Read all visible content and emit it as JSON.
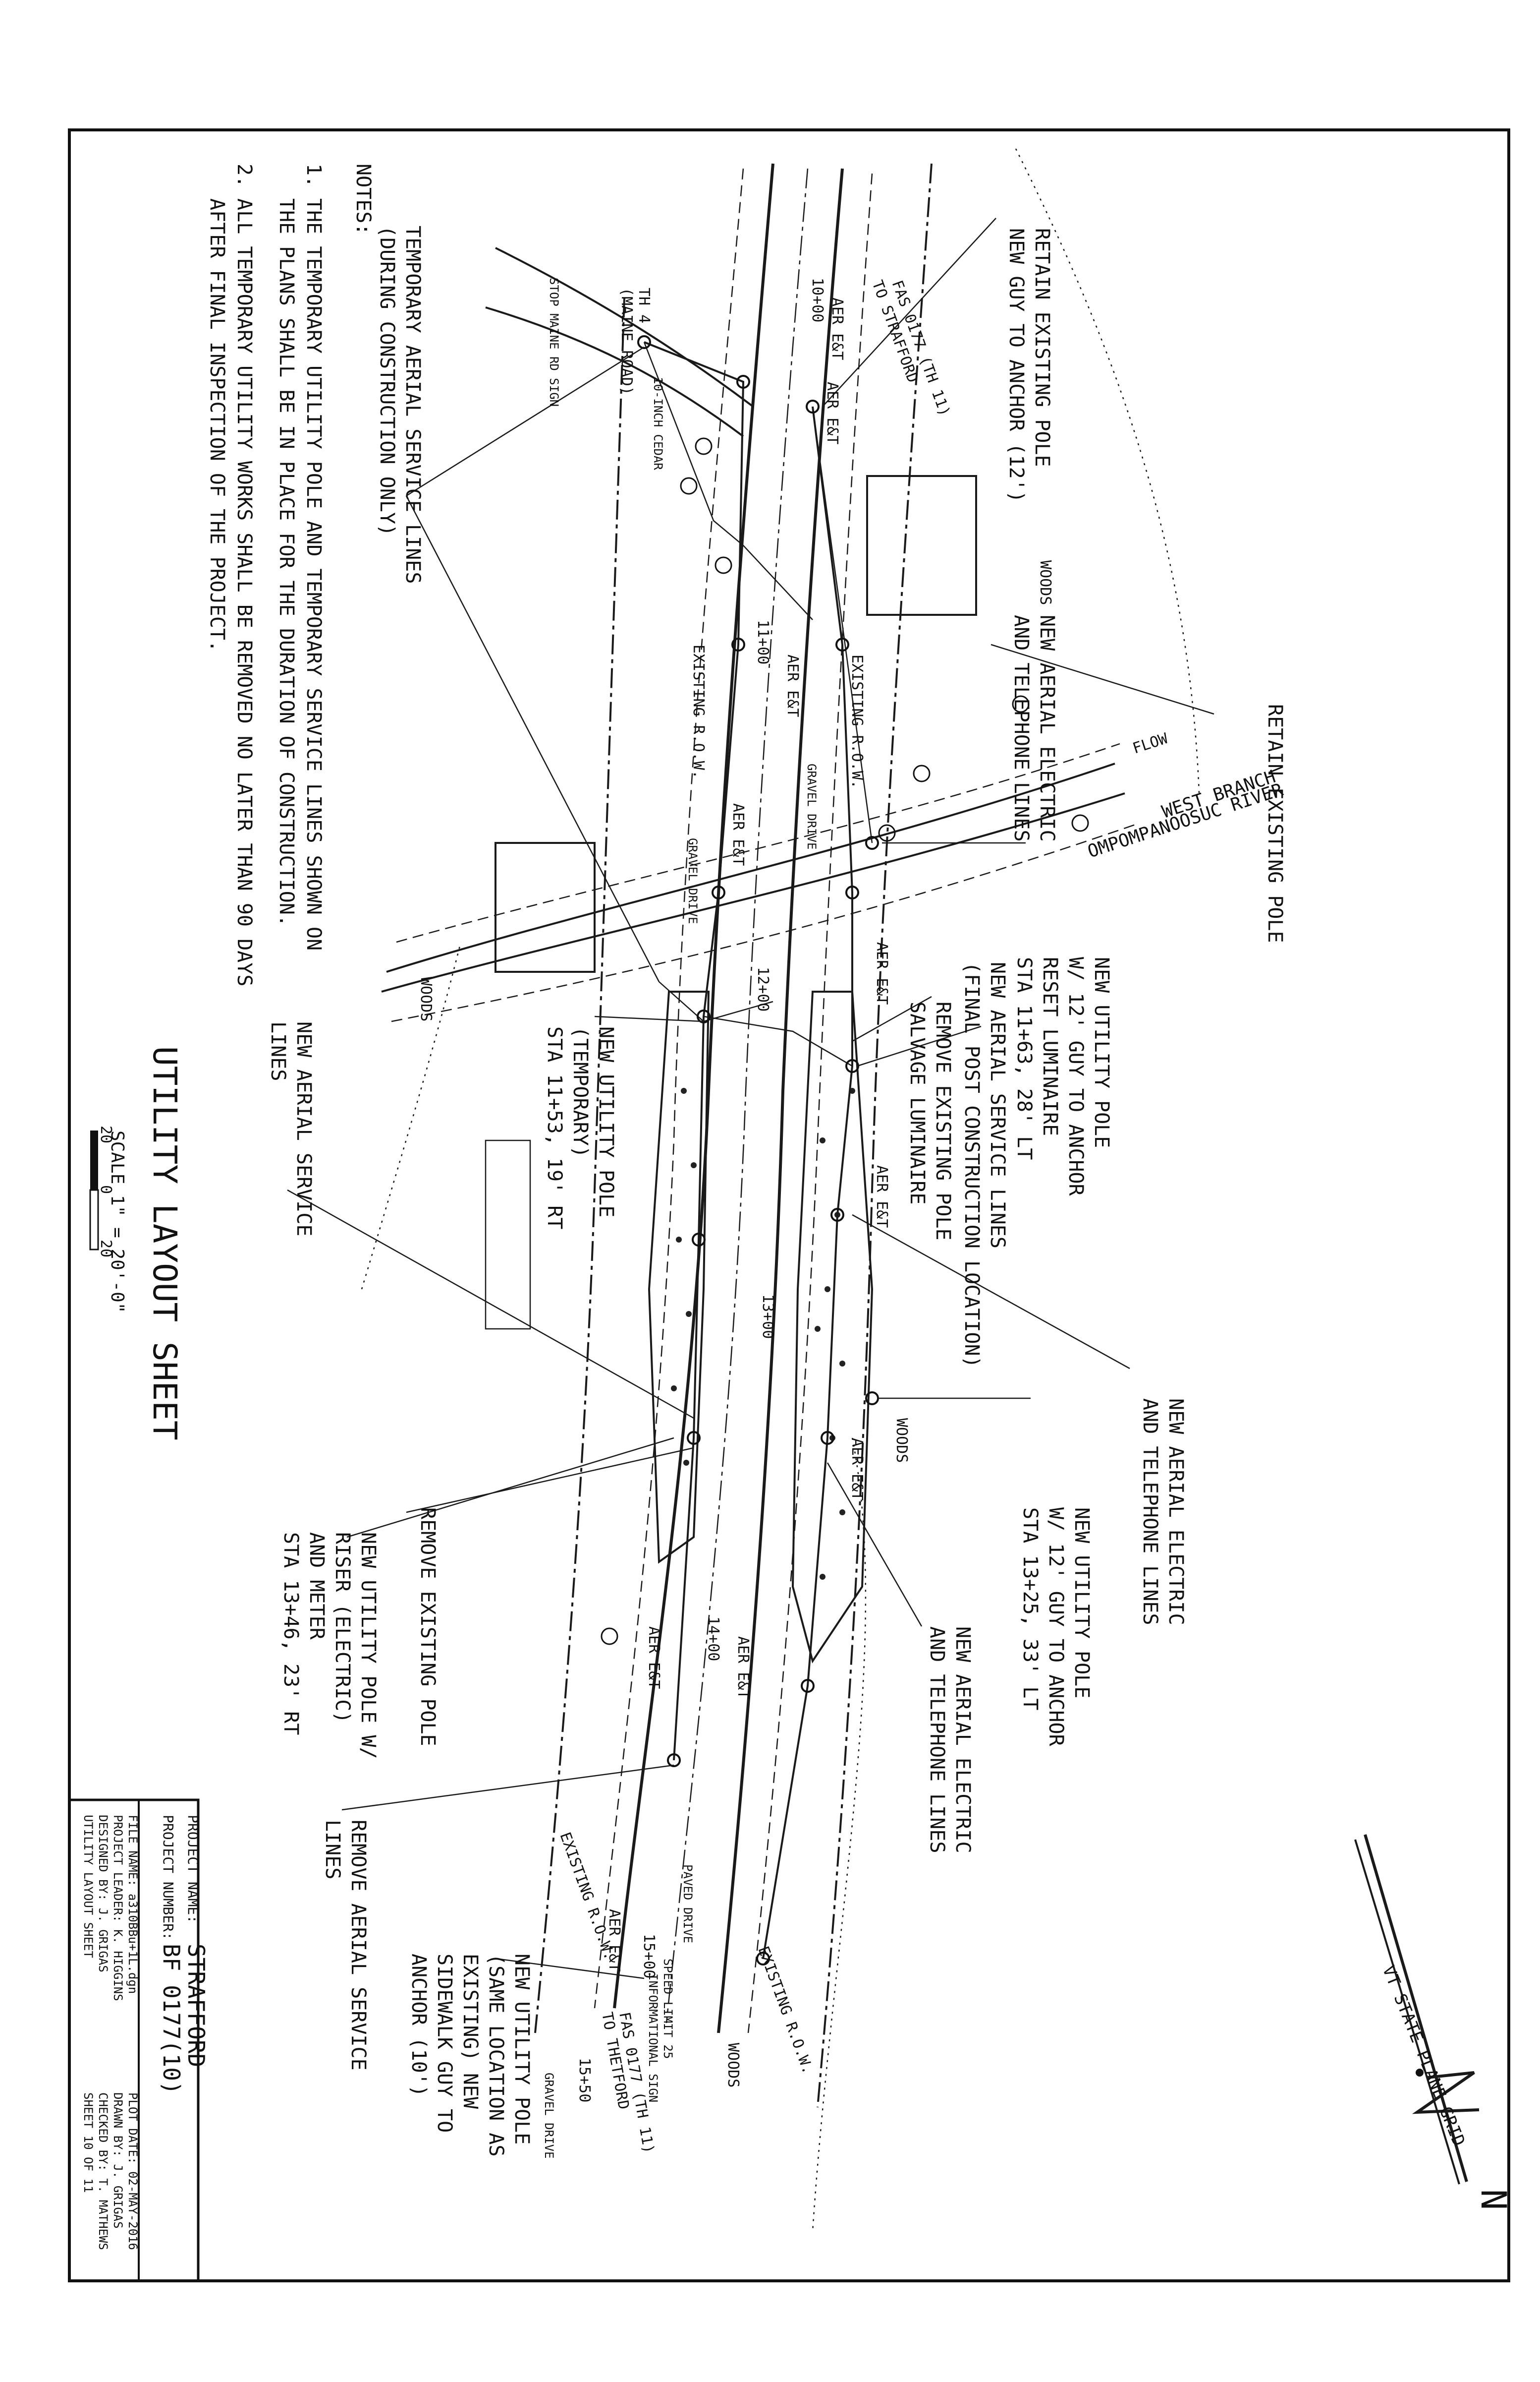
{
  "sheet": {
    "title": "UTILITY LAYOUT SHEET",
    "scale_label": "SCALE 1\" = 20'-0\"",
    "scale_ticks": [
      "20",
      "0",
      "20"
    ],
    "north_arrow": {
      "label": "VT STATE PLANE GRID",
      "letter": "N"
    }
  },
  "notes": {
    "heading": "NOTES:",
    "items": [
      {
        "num": "1.",
        "lines": [
          "THE TEMPORARY UTILITY POLE AND TEMPORARY SERVICE LINES SHOWN ON",
          "THE PLANS SHALL BE IN PLACE FOR THE DURATION OF CONSTRUCTION."
        ]
      },
      {
        "num": "2.",
        "lines": [
          "ALL TEMPORARY UTILITY WORKS SHALL BE REMOVED NO LATER THAN 90 DAYS",
          "AFTER FINAL INSPECTION OF THE PROJECT."
        ]
      }
    ]
  },
  "title_block": {
    "project_name_label": "PROJECT NAME:",
    "project_name": "STRAFFORD",
    "project_number_label": "PROJECT NUMBER:",
    "project_number": "BF 0177(10)",
    "left_lines": [
      "FILE NAME: a310BBu+1L.dgn",
      "PROJECT LEADER: K. HIGGINS",
      "DESIGNED BY: J. GRIGAS",
      "UTILITY LAYOUT SHEET"
    ],
    "right_lines": [
      "PLOT DATE: 02-MAY-2016",
      "DRAWN BY: J. GRIGAS",
      "CHECKED BY: T. MATHEWS",
      "SHEET 10 OF 11"
    ]
  },
  "callouts": [
    {
      "lines": [
        "RETAIN EXISTING POLE",
        "NEW GUY TO ANCHOR (12')"
      ]
    },
    {
      "lines": [
        "RETAIN EXISTING POLE"
      ]
    },
    {
      "lines": [
        "TEMPORARY AERIAL SERVICE LINES",
        "(DURING CONSTRUCTION ONLY)"
      ]
    },
    {
      "lines": [
        "NEW AERIAL ELECTRIC",
        "AND TELEPHONE LINES"
      ]
    },
    {
      "lines": [
        "NEW UTILITY POLE",
        "W/ 12' GUY TO ANCHOR",
        "RESET LUMINAIRE",
        "STA 11+63, 28' LT"
      ]
    },
    {
      "lines": [
        "NEW AERIAL SERVICE LINES",
        "(FINAL POST CONSTRUCTION LOCATION)"
      ]
    },
    {
      "lines": [
        "REMOVE EXISTING POLE",
        "SALVAGE LUMINAIRE"
      ]
    },
    {
      "lines": [
        "NEW UTILITY POLE",
        "(TEMPORARY)",
        "STA 11+53, 19' RT"
      ]
    },
    {
      "lines": [
        "NEW AERIAL SERVICE",
        "LINES"
      ]
    },
    {
      "lines": [
        "NEW AERIAL ELECTRIC",
        "AND TELEPHONE LINES"
      ]
    },
    {
      "lines": [
        "NEW UTILITY POLE",
        "W/ 12' GUY TO ANCHOR",
        "STA 13+25, 33' LT"
      ]
    },
    {
      "lines": [
        "NEW AERIAL ELECTRIC",
        "AND TELEPHONE LINES"
      ]
    },
    {
      "lines": [
        "REMOVE EXISTING POLE"
      ]
    },
    {
      "lines": [
        "NEW UTILITY POLE W/",
        "RISER (ELECTRIC)",
        "AND METER",
        "STA 13+46, 23' RT"
      ]
    },
    {
      "lines": [
        "REMOVE AERIAL SERVICE",
        "LINES"
      ]
    },
    {
      "lines": [
        "NEW UTILITY POLE",
        "(SAME LOCATION AS",
        "EXISTING) NEW",
        "SIDEWALK GUY TO",
        "ANCHOR (10')"
      ]
    }
  ],
  "map_labels": {
    "stations": [
      "10+00",
      "11+00",
      "12+00",
      "13+00",
      "14+00",
      "15+00",
      "15+50"
    ],
    "aer": [
      "AER E&T",
      "AER E&T",
      "AER E&T",
      "AER E&T",
      "AER E&T",
      "AER E&T",
      "AER E&T",
      "AER E&T",
      "AER E&T",
      "AER E&T"
    ],
    "row": [
      "EXISTING R.O.W.",
      "EXISTING R.O.W.",
      "EXISTING R.O.W.",
      "EXISTING R.O.W."
    ],
    "woods": [
      "WOODS",
      "WOODS",
      "WOODS",
      "WOODS"
    ],
    "river": [
      "WEST BRANCH",
      "OMPOMPANOOSUC RIVER",
      "FLOW"
    ],
    "road": [
      "TH 4",
      "(MAINE ROAD)"
    ],
    "fas": [
      "FAS 0177 (TH 11)",
      "TO STRAFFORD",
      "FAS 0177 (TH 11)",
      "TO THETFORD"
    ],
    "misc": [
      "GRAVEL DRIVE",
      "GRAVEL DRIVE",
      "GRAVEL DRIVE",
      "PAVED DRIVE",
      "10-INCH CEDAR",
      "STOP MAINE RD SIGN",
      "SPEED LIMIT 25",
      "INFORMATIONAL SIGN"
    ]
  }
}
